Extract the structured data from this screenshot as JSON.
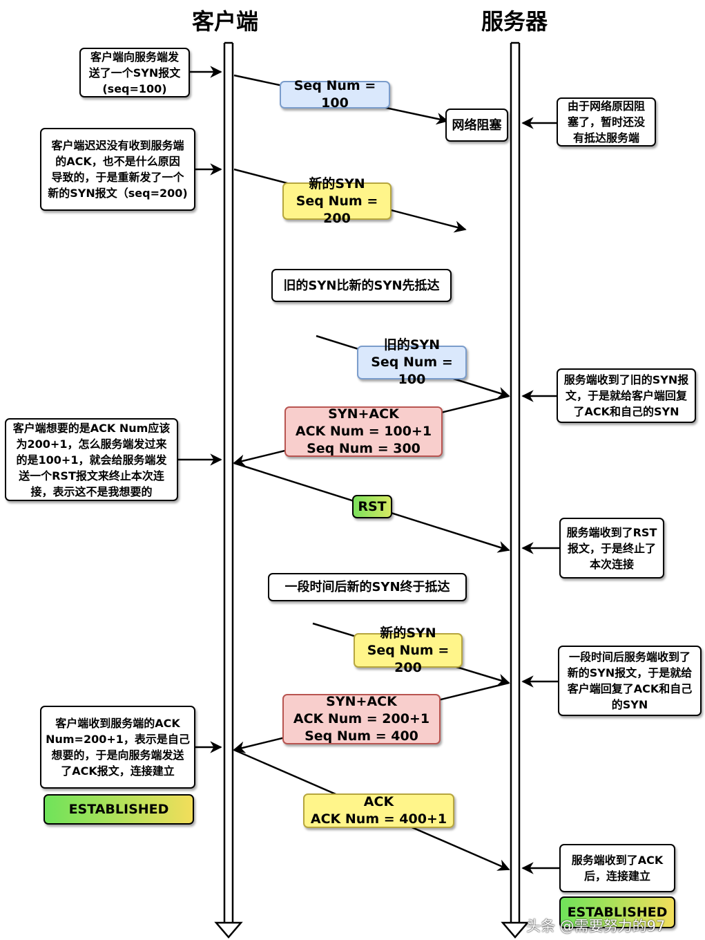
{
  "titles": {
    "client": "客户端",
    "server": "服务器"
  },
  "notes": {
    "client_send_syn": "客户端向服务端发\n送了一个SYN报文\n(seq=100)",
    "network_block": "网络阻塞",
    "server_block_reason": "由于网络原因阻\n塞了，暂时还没\n有抵达服务端",
    "client_resend": "客户端迟迟没有收到服务端\n的ACK，也不是什么原因\n导致的，于是重新发了一个\n新的SYN报文（seq=200)",
    "old_arrives_first": "旧的SYN比新的SYN先抵达",
    "server_recv_old": "服务端收到了旧的SYN报\n文，于是就给客户端回复\n了ACK和自己的SYN",
    "client_wants": "客户端想要的是ACK Num应该\n为200+1，怎么服务端发过来\n的是100+1，就会给服务端发\n送一个RST报文来终止本次连\n接，表示这不是我想要的",
    "server_recv_rst": "服务端收到了RST\n报文，于是终止了\n本次连接",
    "new_arrives_later": "一段时间后新的SYN终于抵达",
    "server_recv_new": "一段时间后服务端收到了\n新的SYN报文，于是就给\n客户端回复了ACK和自己\n的SYN",
    "client_recv_ack": "客户端收到服务端的ACK\nNum=200+1，表示是自己\n想要的，于是向服务端发送\n了ACK报文，连接建立",
    "server_recv_ack": "服务端收到了ACK\n后，连接建立"
  },
  "messages": {
    "syn1": "Seq Num = 100",
    "syn2": "新的SYN\nSeq Num = 200",
    "old_syn": "旧的SYN\nSeq Num = 100",
    "synack1": "SYN+ACK\nACK Num = 100+1\nSeq Num = 300",
    "rst": "RST",
    "new_syn": "新的SYN\nSeq Num = 200",
    "synack2": "SYN+ACK\nACK Num = 200+1\nSeq Num = 400",
    "ack": "ACK\nACK Num = 400+1"
  },
  "states": {
    "client_established": "ESTABLISHED",
    "server_established": "ESTABLISHED"
  },
  "watermark": "头条 @需要努力的97",
  "colors": {
    "blue_fill": "#dae8fc",
    "yellow_fill": "#fff58a",
    "red_fill": "#f8cecc",
    "green_gradient_start": "#6fe35a",
    "gradient_end": "#f2de5b"
  }
}
